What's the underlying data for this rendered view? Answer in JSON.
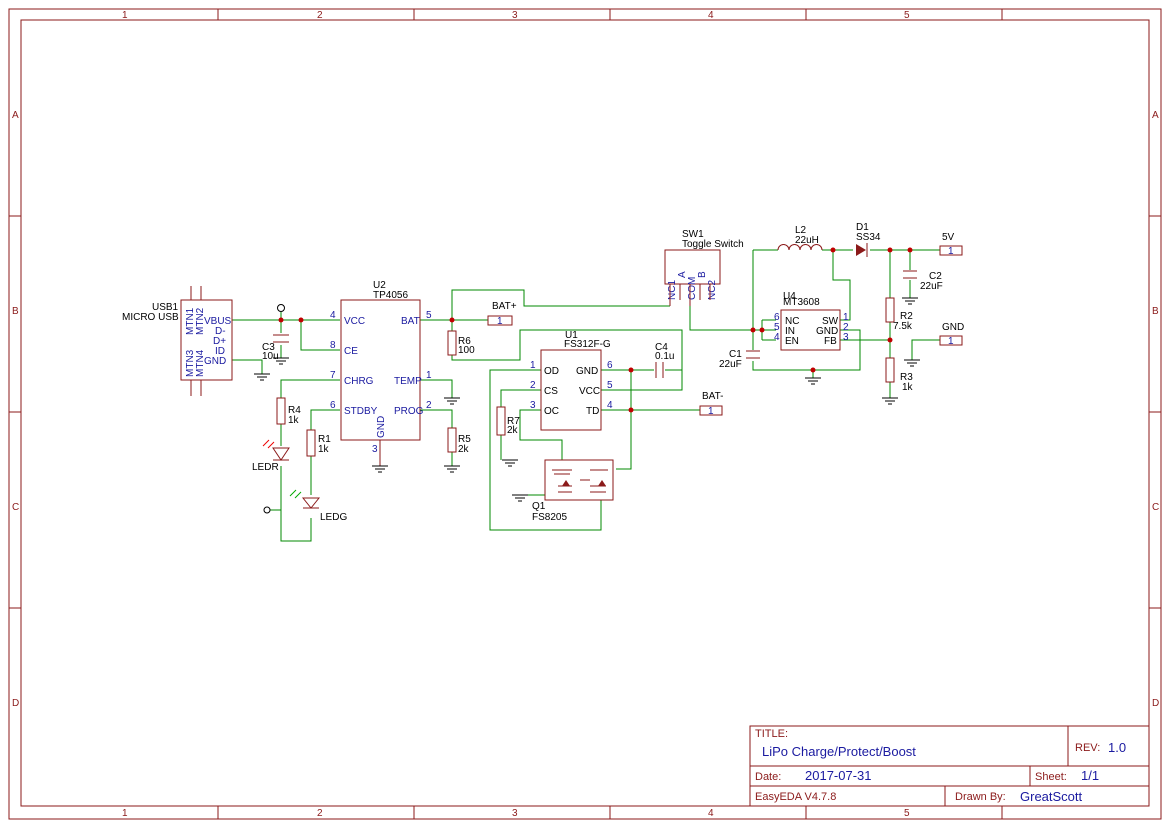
{
  "frame": {
    "columns": [
      "1",
      "2",
      "3",
      "4",
      "5"
    ],
    "rows": [
      "A",
      "B",
      "C",
      "D"
    ]
  },
  "title_block": {
    "title_label": "TITLE:",
    "title": "LiPo Charge/Protect/Boost",
    "rev_label": "REV:",
    "rev": "1.0",
    "date_label": "Date:",
    "date": "2017-07-31",
    "sheet_label": "Sheet:",
    "sheet": "1/1",
    "software": "EasyEDA V4.7.8",
    "drawn_label": "Drawn By:",
    "drawn_by": "GreatScott"
  },
  "components": {
    "usb1": {
      "ref": "USB1",
      "value": "MICRO USB",
      "pins": [
        "VBUS",
        "D-",
        "D+",
        "ID",
        "GND"
      ],
      "mtn": [
        "MTN1",
        "MTN2",
        "MTN3",
        "MTN4"
      ]
    },
    "u2": {
      "ref": "U2",
      "value": "TP4056",
      "pins": {
        "vcc": "VCC",
        "ce": "CE",
        "chrg": "CHRG",
        "stdby": "STDBY",
        "bat": "BAT",
        "temp": "TEMP",
        "prog": "PROG",
        "gnd": "GND"
      },
      "pin_numbers": {
        "vcc": "4",
        "ce": "8",
        "chrg": "7",
        "stdby": "6",
        "bat": "5",
        "temp": "1",
        "prog": "2",
        "gnd": "3"
      }
    },
    "c3": {
      "ref": "C3",
      "value": "10u"
    },
    "r4": {
      "ref": "R4",
      "value": "1k"
    },
    "r1": {
      "ref": "R1",
      "value": "1k"
    },
    "ledr": {
      "ref": "LEDR"
    },
    "ledg": {
      "ref": "LEDG"
    },
    "r6": {
      "ref": "R6",
      "value": "100"
    },
    "r5": {
      "ref": "R5",
      "value": "2k"
    },
    "bat_plus": {
      "label": "BAT+",
      "pin": "1"
    },
    "bat_minus": {
      "label": "BAT-",
      "pin": "1"
    },
    "u1": {
      "ref": "U1",
      "value": "FS312F-G",
      "pins": {
        "od": "OD",
        "cs": "CS",
        "oc": "OC",
        "gnd": "GND",
        "vcc": "VCC",
        "td": "TD"
      },
      "pin_numbers": {
        "od": "1",
        "cs": "2",
        "oc": "3",
        "gnd": "6",
        "vcc": "5",
        "td": "4"
      }
    },
    "c4": {
      "ref": "C4",
      "value": "0.1u"
    },
    "r7": {
      "ref": "R7",
      "value": "2k"
    },
    "q1": {
      "ref": "Q1",
      "value": "FS8205"
    },
    "sw1": {
      "ref": "SW1",
      "value": "Toggle Switch",
      "pins": [
        "NC1",
        "A",
        "COM",
        "B",
        "NC2"
      ]
    },
    "l2": {
      "ref": "L2",
      "value": "22uH"
    },
    "d1": {
      "ref": "D1",
      "value": "SS34"
    },
    "c2": {
      "ref": "C2",
      "value": "22uF"
    },
    "out_5v": {
      "label": "5V",
      "pin": "1"
    },
    "u4": {
      "ref": "U4",
      "value": "MT3608",
      "pins": {
        "nc": "NC",
        "in": "IN",
        "en": "EN",
        "sw": "SW",
        "gnd": "GND",
        "fb": "FB"
      },
      "pin_numbers": {
        "nc": "6",
        "in": "5",
        "en": "4",
        "sw": "1",
        "gnd": "2",
        "fb": "3"
      }
    },
    "c1": {
      "ref": "C1",
      "value": "22uF"
    },
    "r2": {
      "ref": "R2",
      "value": "7.5k"
    },
    "r3": {
      "ref": "R3",
      "value": "1k"
    },
    "out_gnd": {
      "label": "GND",
      "pin": "1"
    }
  }
}
